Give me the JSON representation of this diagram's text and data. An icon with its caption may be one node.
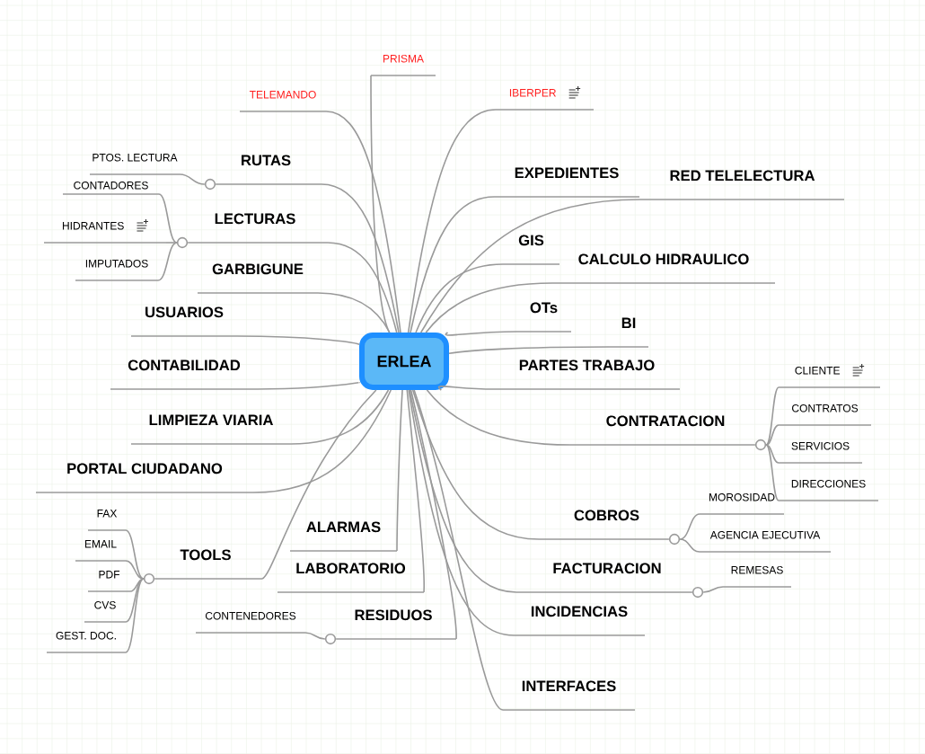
{
  "diagram": {
    "nodes": [
      {
        "text": [
          "ERLEA"
        ]
      },
      {
        "text": [
          "PRISMA"
        ]
      },
      {
        "text": [
          "IBERPER"
        ]
      },
      {
        "text": [
          "EXPEDIENTES"
        ]
      },
      {
        "text": [
          "RED TELELECTURA"
        ]
      },
      {
        "text": [
          "GIS"
        ]
      },
      {
        "text": [
          "CALCULO HIDRAULICO"
        ]
      },
      {
        "text": [
          "OTs"
        ]
      },
      {
        "text": [
          "BI"
        ]
      },
      {
        "text": [
          "PARTES TRABAJO"
        ]
      },
      {
        "text": [
          "CONTRATACION"
        ]
      },
      {
        "text": [
          "CLIENTE"
        ]
      },
      {
        "text": [
          "CONTRATOS"
        ]
      },
      {
        "text": [
          "SERVICIOS"
        ]
      },
      {
        "text": [
          "DIRECCIONES"
        ]
      },
      {
        "text": [
          "COBROS"
        ]
      },
      {
        "text": [
          "MOROSIDAD"
        ]
      },
      {
        "text": [
          "AGENCIA EJECUTIVA"
        ]
      },
      {
        "text": [
          "FACTURACION"
        ]
      },
      {
        "text": [
          "REMESAS"
        ]
      },
      {
        "text": [
          "INCIDENCIAS"
        ]
      },
      {
        "text": [
          "INTERFACES"
        ]
      },
      {
        "text": [
          "TELEMANDO"
        ]
      },
      {
        "text": [
          "RUTAS"
        ]
      },
      {
        "text": [
          "PTOS. LECTURA"
        ]
      },
      {
        "text": [
          "LECTURAS"
        ]
      },
      {
        "text": [
          "CONTADORES"
        ]
      },
      {
        "text": [
          "HIDRANTES"
        ]
      },
      {
        "text": [
          "IMPUTADOS"
        ]
      },
      {
        "text": [
          "GARBIGUNE"
        ]
      },
      {
        "text": [
          "USUARIOS"
        ]
      },
      {
        "text": [
          "CONTABILIDAD"
        ]
      },
      {
        "text": [
          "LIMPIEZA VIARIA"
        ]
      },
      {
        "text": [
          "PORTAL CIUDADANO"
        ]
      },
      {
        "text": [
          "TOOLS"
        ]
      },
      {
        "text": [
          "FAX"
        ]
      },
      {
        "text": [
          "EMAIL"
        ]
      },
      {
        "text": [
          "PDF"
        ]
      },
      {
        "text": [
          "CVS"
        ]
      },
      {
        "text": [
          "GEST. DOC."
        ]
      },
      {
        "text": [
          "ALARMAS"
        ]
      },
      {
        "text": [
          "LABORATORIO"
        ]
      },
      {
        "text": [
          "RESIDUOS"
        ]
      },
      {
        "text": [
          "CONTENEDORES"
        ]
      }
    ],
    "edges": [
      {
        "from": 0,
        "to": 1,
        "arrow": "none"
      },
      {
        "from": 0,
        "to": 2,
        "arrow": "none"
      },
      {
        "from": 0,
        "to": 3,
        "arrow": "none"
      },
      {
        "from": 0,
        "to": 4,
        "arrow": "none"
      },
      {
        "from": 0,
        "to": 5,
        "arrow": "none"
      },
      {
        "from": 0,
        "to": 6,
        "arrow": "none"
      },
      {
        "from": 0,
        "to": 7,
        "arrow": "none"
      },
      {
        "from": 0,
        "to": 8,
        "arrow": "none"
      },
      {
        "from": 0,
        "to": 9,
        "arrow": "none"
      },
      {
        "from": 0,
        "to": 10,
        "arrow": "none"
      },
      {
        "from": 10,
        "to": 11,
        "arrow": "none"
      },
      {
        "from": 10,
        "to": 12,
        "arrow": "none"
      },
      {
        "from": 10,
        "to": 13,
        "arrow": "none"
      },
      {
        "from": 10,
        "to": 14,
        "arrow": "none"
      },
      {
        "from": 0,
        "to": 15,
        "arrow": "none"
      },
      {
        "from": 15,
        "to": 16,
        "arrow": "none"
      },
      {
        "from": 15,
        "to": 17,
        "arrow": "none"
      },
      {
        "from": 0,
        "to": 18,
        "arrow": "none"
      },
      {
        "from": 18,
        "to": 19,
        "arrow": "none"
      },
      {
        "from": 0,
        "to": 20,
        "arrow": "none"
      },
      {
        "from": 0,
        "to": 21,
        "arrow": "none"
      },
      {
        "from": 0,
        "to": 22,
        "arrow": "none"
      },
      {
        "from": 0,
        "to": 23,
        "arrow": "none"
      },
      {
        "from": 23,
        "to": 24,
        "arrow": "none"
      },
      {
        "from": 0,
        "to": 25,
        "arrow": "none"
      },
      {
        "from": 25,
        "to": 26,
        "arrow": "none"
      },
      {
        "from": 25,
        "to": 27,
        "arrow": "none"
      },
      {
        "from": 25,
        "to": 28,
        "arrow": "none"
      },
      {
        "from": 0,
        "to": 29,
        "arrow": "none"
      },
      {
        "from": 0,
        "to": 30,
        "arrow": "none"
      },
      {
        "from": 0,
        "to": 31,
        "arrow": "none"
      },
      {
        "from": 0,
        "to": 32,
        "arrow": "none"
      },
      {
        "from": 0,
        "to": 33,
        "arrow": "none"
      },
      {
        "from": 0,
        "to": 34,
        "arrow": "none"
      },
      {
        "from": 34,
        "to": 35,
        "arrow": "none"
      },
      {
        "from": 34,
        "to": 36,
        "arrow": "none"
      },
      {
        "from": 34,
        "to": 37,
        "arrow": "none"
      },
      {
        "from": 34,
        "to": 38,
        "arrow": "none"
      },
      {
        "from": 34,
        "to": 39,
        "arrow": "none"
      },
      {
        "from": 0,
        "to": 40,
        "arrow": "none"
      },
      {
        "from": 0,
        "to": 41,
        "arrow": "none"
      },
      {
        "from": 0,
        "to": 42,
        "arrow": "none"
      },
      {
        "from": 42,
        "to": 43,
        "arrow": "none"
      }
    ]
  }
}
